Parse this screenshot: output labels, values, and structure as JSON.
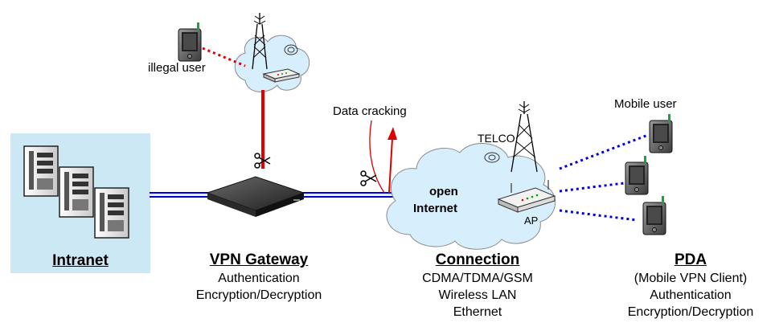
{
  "colors": {
    "intranet_bg": "#cce8f4",
    "vpn_tunnel": "#0000cc",
    "attack": "#e00000",
    "cloud_fill": "#d7eefc",
    "wireless_link": "#0000dd"
  },
  "labels": {
    "illegal_user": "illegal user",
    "data_cracking": "Data cracking",
    "mobile_user": "Mobile user",
    "telco": "TELCO",
    "open_internet_line1": "open",
    "open_internet_line2": "Internet",
    "ap": "AP"
  },
  "intranet": {
    "title": "Intranet"
  },
  "vpn_gateway": {
    "title": "VPN Gateway",
    "lines": [
      "Authentication",
      "Encryption/Decryption"
    ]
  },
  "connection": {
    "title": "Connection",
    "lines": [
      "CDMA/TDMA/GSM",
      "Wireless LAN",
      "Ethernet"
    ]
  },
  "pda": {
    "title": "PDA",
    "lines": [
      "(Mobile VPN Client)",
      "Authentication",
      "Encryption/Decryption"
    ]
  },
  "icons": [
    "server-icon",
    "vpn-router-icon",
    "access-point-icon",
    "antenna-tower-icon",
    "pda-icon",
    "scissors-icon",
    "satellite-dish-icon"
  ]
}
